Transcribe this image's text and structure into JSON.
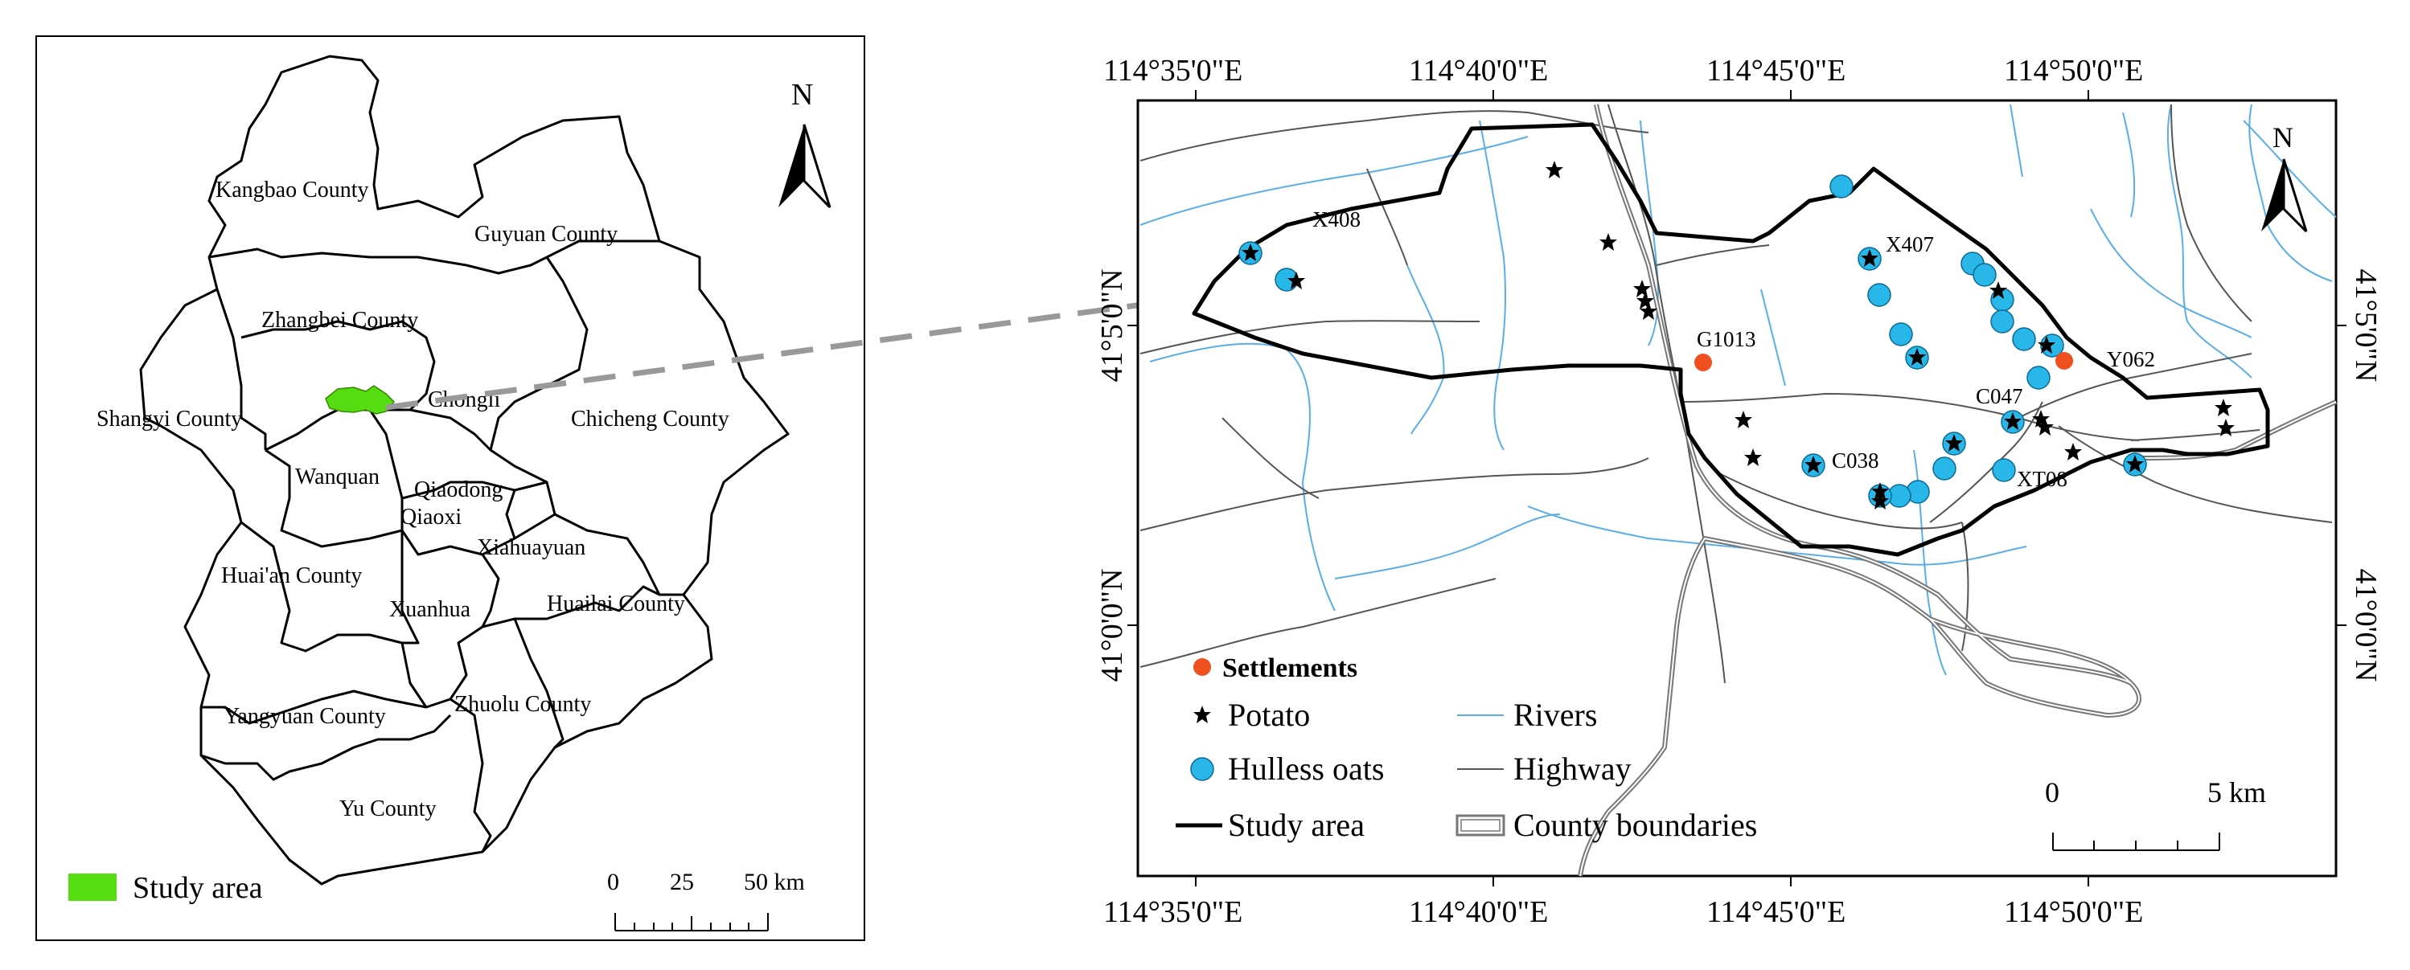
{
  "left_map": {
    "north_label": "N",
    "counties": [
      {
        "name": "Kangbao County"
      },
      {
        "name": "Guyuan County"
      },
      {
        "name": "Zhangbei County"
      },
      {
        "name": "Shangyi County"
      },
      {
        "name": "Chongli"
      },
      {
        "name": "Chicheng County"
      },
      {
        "name": "Wanquan"
      },
      {
        "name": "Qiaodong"
      },
      {
        "name": "Qiaoxi"
      },
      {
        "name": "Xiahuayuan"
      },
      {
        "name": "Huai'an County"
      },
      {
        "name": "Xuanhua"
      },
      {
        "name": "Huailai County"
      },
      {
        "name": "Zhuolu County"
      },
      {
        "name": "Yangyuan County"
      },
      {
        "name": "Yu County"
      }
    ],
    "legend_label": "Study area",
    "scale": {
      "ticks": [
        "0",
        "25",
        "50 km"
      ]
    },
    "colors": {
      "study_area": "#55dd11"
    }
  },
  "right_map": {
    "north_label": "N",
    "top_ticks": [
      "114°35'0\"E",
      "114°40'0\"E",
      "114°45'0\"E",
      "114°50'0\"E"
    ],
    "bottom_ticks": [
      "114°35'0\"E",
      "114°40'0\"E",
      "114°45'0\"E",
      "114°50'0\"E"
    ],
    "left_ticks": [
      "41°5'0\"N",
      "41°0'0\"N"
    ],
    "right_ticks": [
      "41°5'0\"N",
      "41°0'0\"N"
    ],
    "place_labels": [
      {
        "id": "X408"
      },
      {
        "id": "X407"
      },
      {
        "id": "G1013"
      },
      {
        "id": "Y062"
      },
      {
        "id": "C047"
      },
      {
        "id": "C038"
      },
      {
        "id": "XT08"
      }
    ],
    "legend": {
      "settlements": "Settlements",
      "potato": "Potato",
      "hulless_oats": "Hulless oats",
      "study_area": "Study area",
      "rivers": "Rivers",
      "highway": "Highway",
      "county_boundaries": "County boundaries"
    },
    "scale": {
      "ticks": [
        "0",
        "5 km"
      ]
    },
    "colors": {
      "settlement": "#f05020",
      "oats": "#29b6e8",
      "river": "#5aaee8",
      "highway": "#555555",
      "potato": "#000000"
    }
  }
}
